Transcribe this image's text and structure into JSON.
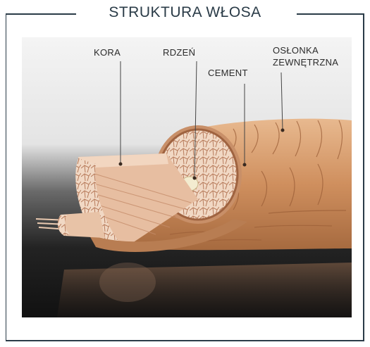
{
  "title": "STRUKTURA WŁOSA",
  "labels": {
    "kora": "KORA",
    "rdzen": "RDZEŃ",
    "cement": "CEMENT",
    "oslonka_1": "OSŁONKA",
    "oslonka_2": "ZEWNĘTRZNA"
  },
  "colors": {
    "frame": "#2a3b47",
    "text": "#2b2b2b",
    "hair": "#d49a6a",
    "background_dark": "#1c1c1c"
  }
}
